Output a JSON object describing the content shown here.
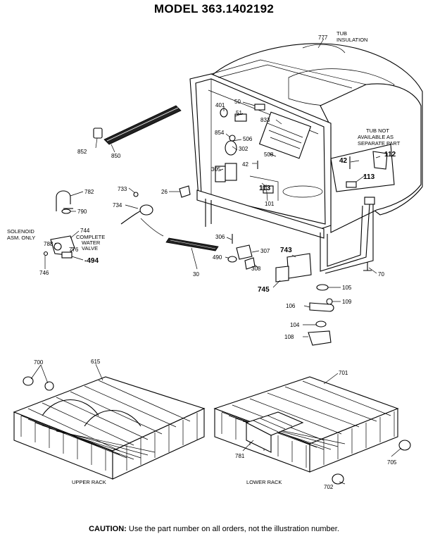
{
  "header": {
    "title": "MODEL 363.1402192"
  },
  "footer": {
    "caution_label": "CAUTION:",
    "caution_text": " Use the part number on all orders, not the illustration number."
  },
  "callouts": {
    "c777": "777",
    "tub_insulation_1": "TUB",
    "tub_insulation_2": "INSULATION",
    "c50": "50",
    "c51": "51",
    "c401": "401",
    "c833": "833",
    "c854": "854",
    "c506": "506",
    "c302": "302",
    "c305": "305",
    "c508": "508",
    "c42a": "42",
    "c101": "101",
    "c113a": "113",
    "c852": "852",
    "c850": "850",
    "c782": "782",
    "c790": "790",
    "c733": "733",
    "c734": "734",
    "c26": "26",
    "solenoid_1": "SOLENOID",
    "solenoid_2": "ASM. ONLY",
    "c744": "744",
    "c788": "788",
    "c776": "776",
    "complete_1": "COMPLETE",
    "complete_2": "WATER",
    "complete_3": "VALVE",
    "c494": "-494",
    "c746": "746",
    "c30": "30",
    "c306": "306",
    "c307": "307",
    "c490": "490",
    "c308": "308",
    "c743": "743",
    "c745": "745",
    "c70": "70",
    "c105": "105",
    "c109": "109",
    "c106": "106",
    "c104": "104",
    "c108": "108",
    "tubnot_1": "TUB NOT",
    "tubnot_2": "AVAILABLE AS",
    "tubnot_3": "SEPARATE PART",
    "c112": "112",
    "c42b": "42",
    "c113b": "113",
    "c700": "700",
    "c615": "615",
    "c701": "701",
    "c781": "781",
    "c705": "705",
    "c702": "702",
    "upper_rack": "UPPER RACK",
    "lower_rack": "LOWER RACK"
  }
}
